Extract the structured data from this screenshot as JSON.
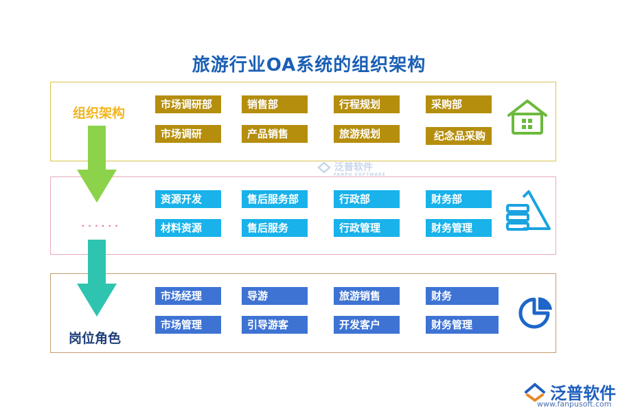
{
  "title": "旅游行业OA系统的组织架构",
  "labels": {
    "org": "组织架构",
    "dots": "......",
    "role": "岗位角色"
  },
  "panel1": {
    "row1": [
      "市场调研部",
      "销售部",
      "行程规划",
      "采购部"
    ],
    "row2": [
      "市场调研",
      "产品销售",
      "旅游规划",
      "纪念品采购"
    ],
    "icon": "house-icon"
  },
  "panel2": {
    "row1": [
      "资源开发",
      "售后服务部",
      "行政部",
      "财务部"
    ],
    "row2": [
      "材料资源",
      "售后服务",
      "行政管理",
      "财务管理"
    ],
    "icon": "pyramid-chart-icon"
  },
  "panel3": {
    "row1": [
      "市场经理",
      "导游",
      "旅游销售",
      "财务"
    ],
    "row2": [
      "市场管理",
      "引导游客",
      "开发客户",
      "财务管理"
    ],
    "icon": "pie-chart-icon"
  },
  "watermark": {
    "text": "泛普软件",
    "sub": "FANPU SOFTWARE"
  },
  "brand": {
    "name": "泛普软件",
    "url": "www.fanpusoft.com"
  },
  "colors": {
    "title": "#1a5fb4",
    "panel1_box": "#b58e0e",
    "panel2_box": "#19b2ea",
    "panel3_box": "#3e73d3",
    "org_label": "#f2b51d",
    "role_label": "#1f3f7a",
    "arrow_top": "#8cd24a",
    "arrow_bottom": "#2ec4b0"
  }
}
